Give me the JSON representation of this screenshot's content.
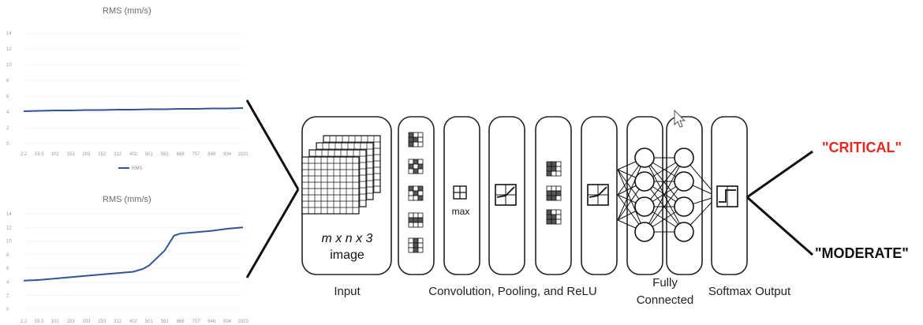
{
  "chart_data": [
    {
      "type": "line",
      "title": "RMS (mm/s)",
      "y_ticks": [
        "14",
        "12",
        "10",
        "8",
        "6",
        "4",
        "2",
        "0"
      ],
      "ylim": [
        0,
        14
      ],
      "x_ticks": [
        "2.2",
        "59.5",
        "102",
        "153",
        "203",
        "253",
        "312",
        "402",
        "501",
        "582",
        "668",
        "757",
        "846",
        "934",
        "1021"
      ],
      "legend": [
        "RMS"
      ],
      "series": [
        {
          "name": "RMS",
          "x": [
            0,
            1,
            2,
            3,
            4,
            5,
            6,
            7,
            8,
            9,
            10,
            11,
            12,
            13,
            14
          ],
          "values": [
            4.1,
            4.15,
            4.2,
            4.2,
            4.25,
            4.25,
            4.3,
            4.3,
            4.35,
            4.35,
            4.4,
            4.4,
            4.45,
            4.45,
            4.5
          ]
        }
      ],
      "color": "#2f5597"
    },
    {
      "type": "line",
      "title": "RMS (mm/s)",
      "y_ticks": [
        "14",
        "12",
        "10",
        "8",
        "6",
        "4",
        "2",
        "0"
      ],
      "ylim": [
        0,
        14
      ],
      "x_ticks": [
        "2.2",
        "59.5",
        "102",
        "153",
        "203",
        "253",
        "312",
        "402",
        "501",
        "582",
        "668",
        "757",
        "846",
        "934",
        "1023"
      ],
      "series": [
        {
          "name": "RMS",
          "x": [
            0,
            1,
            2,
            3,
            4,
            5,
            6,
            7,
            7.6,
            8,
            9,
            9.6,
            10,
            11,
            12,
            13,
            14
          ],
          "values": [
            4.2,
            4.3,
            4.5,
            4.7,
            4.9,
            5.1,
            5.3,
            5.5,
            5.9,
            6.4,
            8.6,
            10.8,
            11.1,
            11.3,
            11.5,
            11.8,
            12.0
          ]
        }
      ],
      "color": "#2f5597"
    }
  ],
  "diagram": {
    "input_label": "Input",
    "image_dims": "m x n x 3",
    "image_word": "image",
    "max_label": "max",
    "conv_label": "Convolution, Pooling, and ReLU",
    "fc_label_line1": "Fully",
    "fc_label_line2": "Connected",
    "softmax_label": "Softmax Output"
  },
  "outputs": {
    "critical": "\"CRITICAL\"",
    "moderate": "\"MODERATE\"",
    "critical_color": "#e32a20"
  }
}
